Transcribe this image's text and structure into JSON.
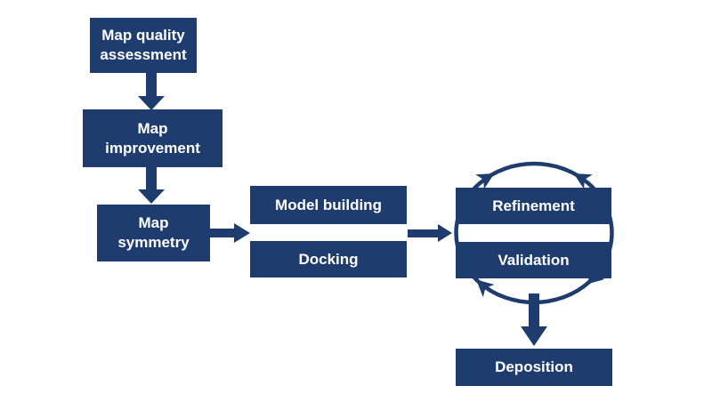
{
  "diagram": {
    "type": "flowchart",
    "boxes": [
      {
        "id": "map-quality-assessment",
        "label": "Map quality\nassessment"
      },
      {
        "id": "map-improvement",
        "label": "Map\nimprovement"
      },
      {
        "id": "map-symmetry",
        "label": "Map\nsymmetry"
      },
      {
        "id": "model-building",
        "label": "Model building"
      },
      {
        "id": "docking",
        "label": "Docking"
      },
      {
        "id": "refinement",
        "label": "Refinement"
      },
      {
        "id": "validation",
        "label": "Validation"
      },
      {
        "id": "deposition",
        "label": "Deposition"
      }
    ],
    "edges": [
      {
        "from": "Map quality assessment",
        "to": "Map improvement",
        "style": "block-arrow-down"
      },
      {
        "from": "Map improvement",
        "to": "Map symmetry",
        "style": "block-arrow-down"
      },
      {
        "from": "Map symmetry",
        "to": "Model building / Docking",
        "style": "block-arrow-right"
      },
      {
        "from": "Model building / Docking",
        "to": "Refinement / Validation",
        "style": "block-arrow-right"
      },
      {
        "from": "Refinement",
        "to": "Validation",
        "style": "circular-iteration-cycle"
      },
      {
        "from": "Refinement / Validation cycle",
        "to": "Deposition",
        "style": "block-arrow-down"
      }
    ],
    "colors": {
      "box_fill": "#1e3c6e",
      "arrow": "#1e3c6e",
      "box_text": "#ffffff",
      "background": "#ffffff"
    }
  }
}
